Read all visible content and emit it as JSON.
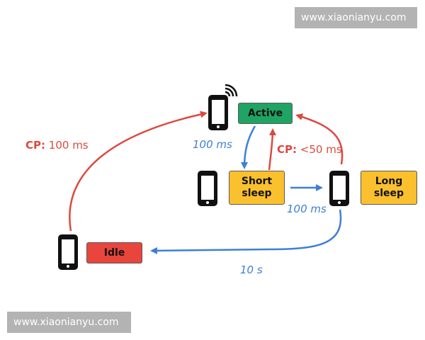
{
  "watermarks": {
    "top": "www.xiaonianyu.com",
    "bottom": "www.xiaonianyu.com"
  },
  "states": {
    "active": {
      "label": "Active",
      "color": "#1fa463"
    },
    "short_sleep": {
      "line1": "Short",
      "line2": "sleep",
      "color": "#fbc02d"
    },
    "long_sleep": {
      "line1": "Long",
      "line2": "sleep",
      "color": "#fbc02d"
    },
    "idle": {
      "label": "Idle",
      "color": "#e8453c"
    }
  },
  "transitions": {
    "idle_to_active": {
      "key": "CP:",
      "value": "100 ms",
      "color": "#db4a3e"
    },
    "active_to_short": {
      "label": "100 ms",
      "color": "#3e7fd6"
    },
    "short_to_active": {
      "key": "CP:",
      "value": "<50 ms",
      "color": "#db4a3e"
    },
    "short_to_long": {
      "label": "100 ms",
      "color": "#3e7fd6"
    },
    "long_to_idle": {
      "label": "10 s",
      "color": "#3e7fd6"
    }
  },
  "icons": [
    "phone-with-signal-icon",
    "phone-icon",
    "phone-icon",
    "phone-icon"
  ]
}
